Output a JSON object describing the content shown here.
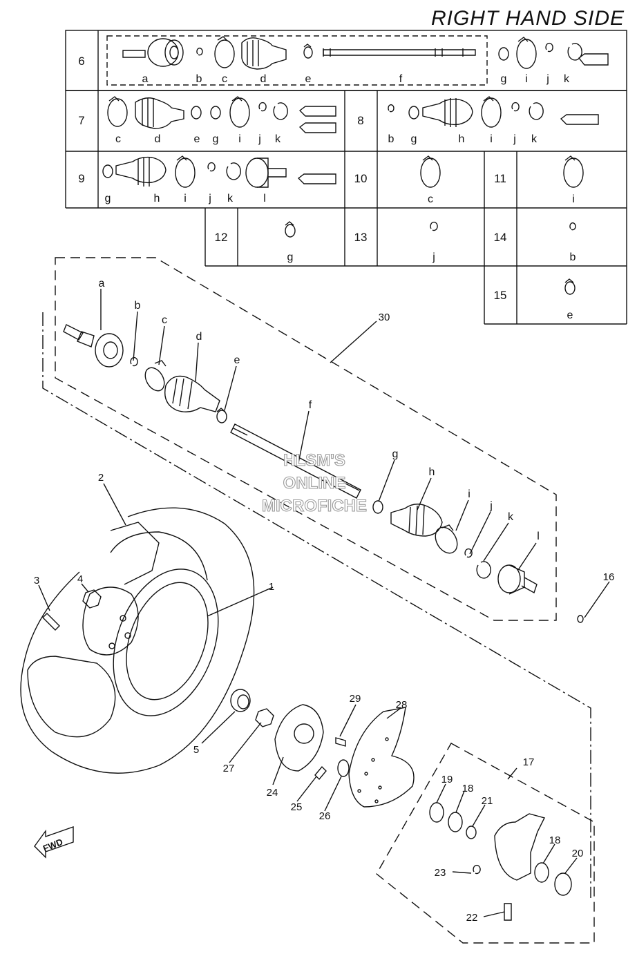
{
  "title": "RIGHT HAND SIDE",
  "kit_table": {
    "rows": [
      {
        "num": "6",
        "letters": [
          "a",
          "b",
          "c",
          "d",
          "e",
          "f",
          "g",
          "i",
          "j",
          "k"
        ]
      },
      {
        "num": "7",
        "letters": [
          "c",
          "d",
          "e",
          "g",
          "i",
          "j",
          "k"
        ]
      },
      {
        "num": "8",
        "letters": [
          "b",
          "g",
          "h",
          "i",
          "j",
          "k"
        ]
      },
      {
        "num": "9",
        "letters": [
          "g",
          "h",
          "i",
          "j",
          "k",
          "l"
        ]
      },
      {
        "num": "10",
        "letters": [
          "c"
        ]
      },
      {
        "num": "11",
        "letters": [
          "i"
        ]
      },
      {
        "num": "12",
        "letters": [
          "g"
        ]
      },
      {
        "num": "13",
        "letters": [
          "j"
        ]
      },
      {
        "num": "14",
        "letters": [
          "b"
        ]
      },
      {
        "num": "15",
        "letters": [
          "e"
        ]
      }
    ]
  },
  "shaft_parts": [
    "a",
    "b",
    "c",
    "d",
    "e",
    "f",
    "g",
    "h",
    "i",
    "j",
    "k",
    "l"
  ],
  "callouts": [
    "1",
    "2",
    "3",
    "4",
    "5",
    "16",
    "17",
    "18",
    "18",
    "19",
    "20",
    "21",
    "22",
    "23",
    "24",
    "25",
    "26",
    "27",
    "28",
    "29",
    "30"
  ],
  "watermark": [
    "HLSM'S",
    "ONLINE",
    "MICROFICHE"
  ],
  "direction_label": "FWD"
}
